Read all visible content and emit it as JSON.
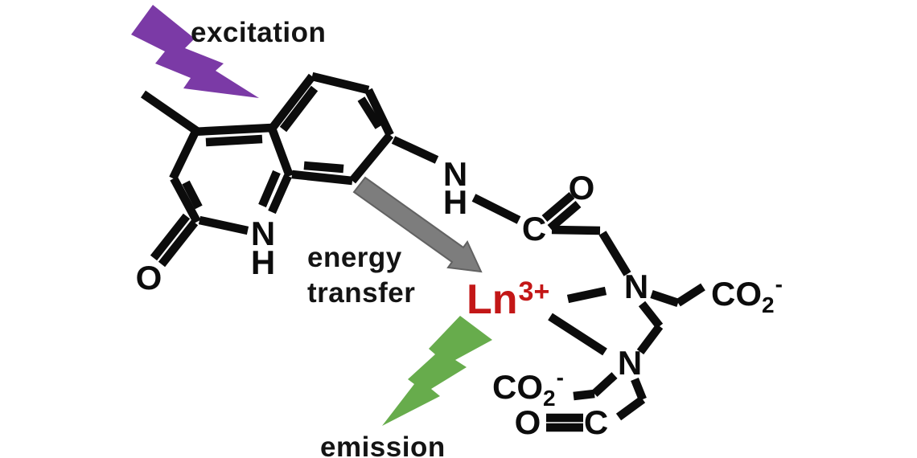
{
  "colors": {
    "bond": "#0c0c0c",
    "excitation_bolt": "#7b3aa6",
    "emission_bolt": "#67ac4c",
    "energy_arrow": "#7d7d7d",
    "arrow_outline": "#626262",
    "lanthanide_red": "#c31717",
    "text": "#141414"
  },
  "annotations": {
    "excitation": "excitation",
    "energy_transfer_line1": "energy",
    "energy_transfer_line2": "transfer",
    "emission": "emission"
  },
  "lanthanide": {
    "symbol": "Ln",
    "charge": "3+"
  },
  "atoms": {
    "ring_n": "N",
    "ring_h": "H",
    "ring_o": "O",
    "amide_n": "N",
    "amide_h": "H",
    "amide_c": "C",
    "amide_o": "O",
    "chelator_n1": "N",
    "chelator_n2": "N",
    "bottom_o": "O",
    "bottom_c": "C",
    "carboxylate_right": {
      "base": "CO",
      "subscript": "2",
      "superscript": "-"
    },
    "carboxylate_bottom": {
      "base": "CO",
      "subscript": "2",
      "superscript": "-"
    }
  }
}
